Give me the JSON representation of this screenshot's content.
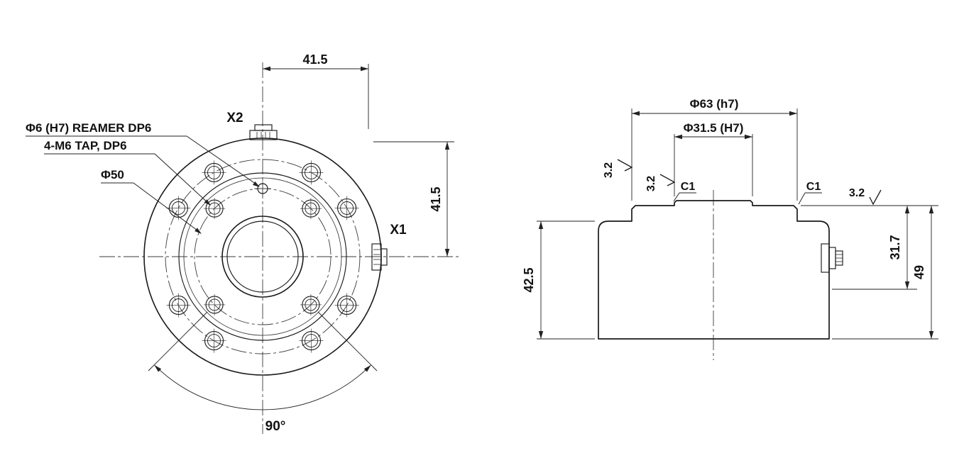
{
  "colors": {
    "ink": "#1a1a1a",
    "background": "#ffffff"
  },
  "front_view": {
    "dim_top_width": "41.5",
    "dim_right_height": "41.5",
    "dim_bolt_angle": "90°",
    "connector_top_label": "X2",
    "connector_right_label": "X1",
    "note_reamer": "Φ6 (H7) REAMER DP6",
    "note_tap": "4-M6 TAP, DP6",
    "note_bolt_circle": "Φ50"
  },
  "side_view": {
    "dim_boss_diameter": "Φ63 (h7)",
    "dim_hub_diameter": "Φ31.5 (H7)",
    "dim_body_height": "42.5",
    "dim_step_height": "31.7",
    "dim_total_height": "49",
    "chamfer_left_label": "C1",
    "chamfer_right_label": "C1",
    "roughness_outer": "3.2",
    "roughness_inner": "3.2",
    "roughness_face": "3.2"
  }
}
